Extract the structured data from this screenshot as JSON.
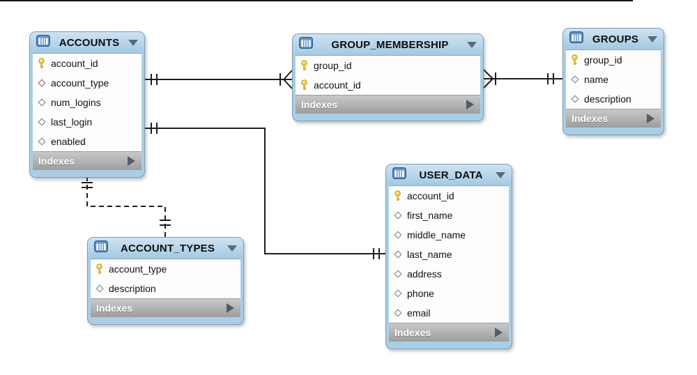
{
  "diagram": {
    "tables": [
      {
        "name": "ACCOUNTS",
        "footer": "Indexes",
        "columns": [
          {
            "name": "account_id",
            "icon": "primary-key"
          },
          {
            "name": "account_type",
            "icon": "foreign-key-diamond"
          },
          {
            "name": "num_logins",
            "icon": "column-diamond"
          },
          {
            "name": "last_login",
            "icon": "column-diamond"
          },
          {
            "name": "enabled",
            "icon": "column-diamond"
          }
        ]
      },
      {
        "name": "GROUP_MEMBERSHIP",
        "footer": "Indexes",
        "columns": [
          {
            "name": "group_id",
            "icon": "primary-key"
          },
          {
            "name": "account_id",
            "icon": "primary-key"
          }
        ]
      },
      {
        "name": "GROUPS",
        "footer": "Indexes",
        "columns": [
          {
            "name": "group_id",
            "icon": "primary-key"
          },
          {
            "name": "name",
            "icon": "column-diamond"
          },
          {
            "name": "description",
            "icon": "column-diamond"
          }
        ]
      },
      {
        "name": "ACCOUNT_TYPES",
        "footer": "Indexes",
        "columns": [
          {
            "name": "account_type",
            "icon": "primary-key"
          },
          {
            "name": "description",
            "icon": "column-diamond"
          }
        ]
      },
      {
        "name": "USER_DATA",
        "footer": "Indexes",
        "columns": [
          {
            "name": "account_id",
            "icon": "primary-key"
          },
          {
            "name": "first_name",
            "icon": "column-diamond"
          },
          {
            "name": "middle_name",
            "icon": "column-diamond"
          },
          {
            "name": "last_name",
            "icon": "column-diamond"
          },
          {
            "name": "address",
            "icon": "column-diamond"
          },
          {
            "name": "phone",
            "icon": "column-diamond"
          },
          {
            "name": "email",
            "icon": "column-diamond"
          }
        ]
      }
    ],
    "connections": [
      {
        "from": "ACCOUNTS",
        "to": "GROUP_MEMBERSHIP",
        "from_cardinality": "one-and-only-one",
        "to_cardinality": "one-or-many",
        "line_style": "solid"
      },
      {
        "from": "GROUP_MEMBERSHIP",
        "to": "GROUPS",
        "from_cardinality": "one-or-many",
        "to_cardinality": "one-and-only-one",
        "line_style": "solid"
      },
      {
        "from": "ACCOUNTS",
        "to": "USER_DATA",
        "from_cardinality": "one-and-only-one",
        "to_cardinality": "one-and-only-one",
        "line_style": "solid"
      },
      {
        "from": "ACCOUNTS",
        "to": "ACCOUNT_TYPES",
        "from_cardinality": "one-and-only-one",
        "to_cardinality": "one-and-only-one",
        "line_style": "dashed"
      }
    ],
    "colors": {
      "table_frame": "#a9cee6",
      "frame_outline": "#7f9cb2",
      "header_gradient_top": "#cfe3f2",
      "header_gradient_bottom": "#a3c9e2",
      "indexes_bar_top": "#c9c9c9",
      "indexes_bar_bottom": "#9d9d9d",
      "primary_key_icon": "#eecc44",
      "column_diamond": "#7e9cb0",
      "foreign_key_diamond": "#a58080",
      "relationship_line": "#1c1c1c"
    }
  }
}
